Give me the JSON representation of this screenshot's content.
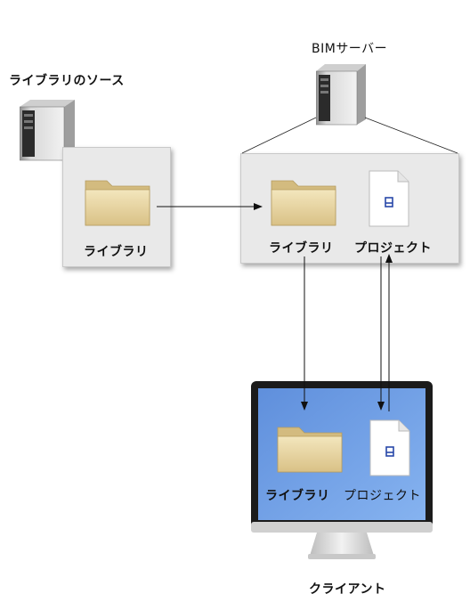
{
  "source": {
    "title": "ライブラリのソース",
    "library_label": "ライブラリ"
  },
  "server": {
    "title": "BIMサーバー",
    "library_label": "ライブラリ",
    "project_label": "プロジェクト"
  },
  "client": {
    "title": "クライアント",
    "library_label": "ライブラリ",
    "project_label": "プロジェクト"
  },
  "colors": {
    "panel": "#e9e9e9",
    "screen": "#6f9fe6",
    "folder": "#e3cf98"
  },
  "icons": {
    "tower": "server-tower-icon",
    "folder": "folder-icon",
    "document": "project-document-icon",
    "monitor": "monitor-icon"
  }
}
